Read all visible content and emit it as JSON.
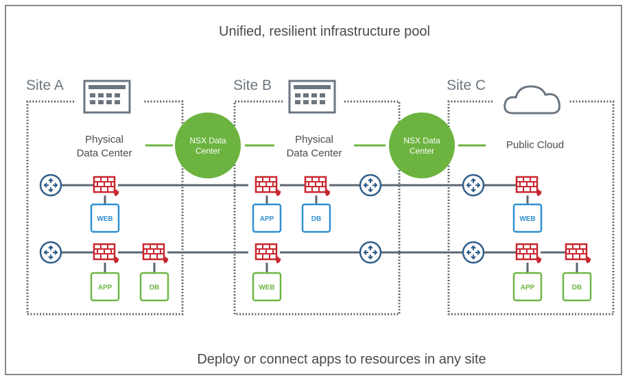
{
  "title": "Unified, resilient infrastructure pool",
  "footer": "Deploy or connect apps to resources in any site",
  "sites": [
    {
      "label": "Site A",
      "dc_line1": "Physical",
      "dc_line2": "Data Center",
      "kind": "building"
    },
    {
      "label": "Site B",
      "dc_line1": "Physical",
      "dc_line2": "Data Center",
      "kind": "building"
    },
    {
      "label": "Site C",
      "dc_line1": "Public Cloud",
      "dc_line2": "",
      "kind": "cloud"
    }
  ],
  "nsx": [
    {
      "line1": "NSX Data",
      "line2": "Center"
    },
    {
      "line1": "NSX Data",
      "line2": "Center"
    }
  ],
  "apps": {
    "web": "WEB",
    "app": "APP",
    "db": "DB"
  },
  "colors": {
    "green": "#6fb544",
    "nsx_green": "#6cb33f",
    "blue": "#2e8fd0",
    "dark_text": "#4a4a4a",
    "line": "#5b6670",
    "firewall": "#c8262f",
    "icon_gray": "#6b7580",
    "frame": "#3a3a3a"
  }
}
